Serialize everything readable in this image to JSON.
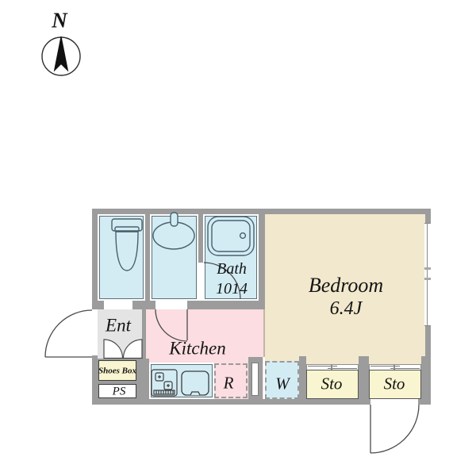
{
  "compass": {
    "label": "N",
    "direction": "north"
  },
  "plan": {
    "rooms": {
      "toilet": {
        "icon": "toilet-icon"
      },
      "washroom": {
        "icon": "sink-icon"
      },
      "bath": {
        "label": "Bath",
        "size_label": "1014"
      },
      "bedroom": {
        "label": "Bedroom",
        "size_label": "6.4J"
      },
      "entrance": {
        "label": "Ent"
      },
      "shoes_box": {
        "label": "Shoes Box"
      },
      "pipe_space": {
        "label": "PS"
      },
      "kitchen": {
        "label": "Kitchen"
      },
      "refrigerator_space": {
        "label": "R"
      },
      "washer_space": {
        "label": "W"
      },
      "storage_left": {
        "label": "Sto"
      },
      "storage_right": {
        "label": "Sto"
      }
    },
    "colors": {
      "wall": "#9c9c9c",
      "wet_area": "#d3ecf4",
      "bedroom": "#f2e8cd",
      "kitchen": "#fbdde2",
      "storage": "#f8f5d0",
      "entrance_floor": "#e4e4e4",
      "line": "#4a4a4a"
    }
  }
}
